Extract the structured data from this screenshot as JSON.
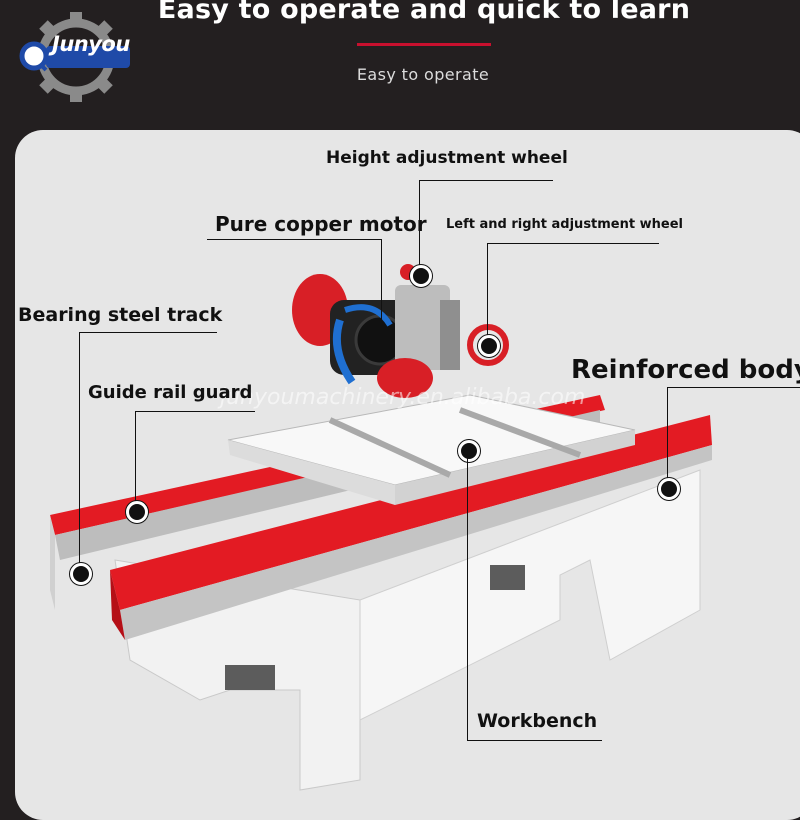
{
  "header": {
    "title": "Easy to operate and quick to learn",
    "subtitle": "Easy to operate"
  },
  "logo": {
    "text": "Junyou"
  },
  "watermark": {
    "text": "junyoumachinery.en.alibaba.com"
  },
  "callouts": {
    "height_wheel": "Height adjustment wheel",
    "motor": "Pure copper motor",
    "lr_wheel": "Left and right adjustment wheel",
    "bearing_track": "Bearing steel track",
    "reinforced_body": "Reinforced body",
    "guide_rail_guard": "Guide rail guard",
    "workbench": "Workbench"
  },
  "colors": {
    "background": "#231f20",
    "panel": "#e6e6e6",
    "accent_red": "#c8102e",
    "logo_blue": "#1f4aa8"
  },
  "icons": [
    "gear-logo-icon",
    "callout-dot-icon"
  ]
}
